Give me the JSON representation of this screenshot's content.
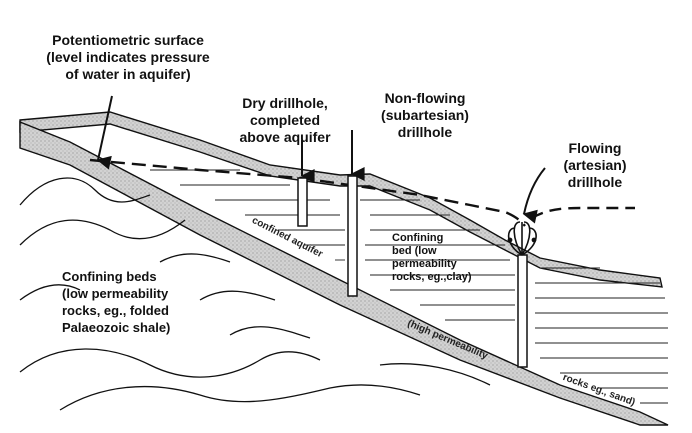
{
  "labels": {
    "potentiometric_surface": "Potentiometric surface\n(level indicates pressure\nof water in aquifer)",
    "dry_drillhole": "Dry drillhole,\ncompleted\nabove aquifer",
    "non_flowing_drillhole": "Non-flowing\n(subartesian)\ndrillhole",
    "flowing_drillhole": "Flowing\n(artesian)\ndrillhole",
    "confining_bed": "Confining\nbed (low\npermeability\nrocks, eg.,clay)",
    "confining_beds": "Confining beds\n(low permeability\nrocks, eg., folded\nPalaeozoic shale)",
    "confined_aquifer": "confined aquifer",
    "high_permeability": "(high permeability",
    "rocks_sand": "rocks eg., sand)"
  },
  "colors": {
    "line": "#111111",
    "aquifer_fill": "#cfcfcf",
    "surface_fill": "#c4c4c4",
    "background": "#ffffff"
  }
}
